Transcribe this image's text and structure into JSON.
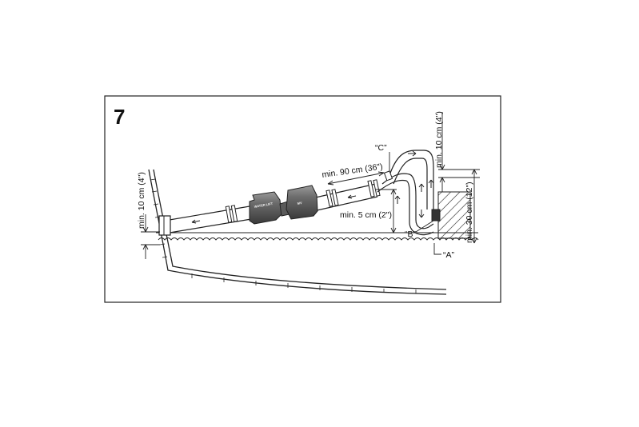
{
  "figure": {
    "number": "7",
    "labels": {
      "c": "“C”",
      "b": "“B”",
      "a": "“A”"
    },
    "dimensions": {
      "left_height": "min. 10 cm (4\")",
      "pipe_length": "min. 90 cm (36\")",
      "rise": "min. 5 cm (2\")",
      "top_height": "min. 10 cm (4\")",
      "right_height": "min. 30 cm (12\")"
    },
    "components": {
      "muffler_1_text": "WATER LIFT",
      "muffler_2_text": "MV"
    }
  }
}
